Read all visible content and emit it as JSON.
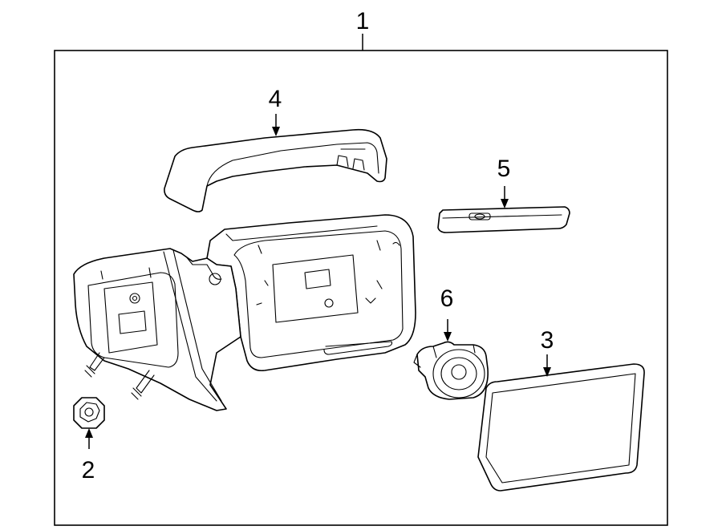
{
  "callouts": [
    {
      "id": "mirror-assembly",
      "label": "1"
    },
    {
      "id": "nut",
      "label": "2"
    },
    {
      "id": "mirror-glass",
      "label": "3"
    },
    {
      "id": "cover",
      "label": "4"
    },
    {
      "id": "signal-lamp",
      "label": "5"
    },
    {
      "id": "motor",
      "label": "6"
    }
  ]
}
